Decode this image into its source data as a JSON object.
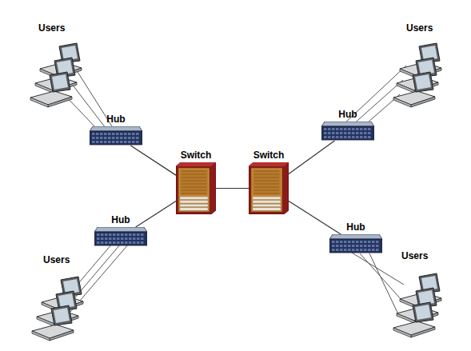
{
  "diagram": {
    "nodes": [
      {
        "text": [
          "Hub"
        ]
      },
      {
        "text": [
          "Hub"
        ]
      },
      {
        "text": [
          "Switch"
        ]
      },
      {
        "text": [
          "Switch"
        ]
      },
      {
        "text": [
          "Hub"
        ]
      },
      {
        "text": [
          "Hub"
        ]
      }
    ],
    "edges": [
      {
        "from": 0,
        "to": 2,
        "arrow": "none"
      },
      {
        "from": 2,
        "to": 3,
        "arrow": "none"
      },
      {
        "from": 1,
        "to": 3,
        "arrow": "none"
      },
      {
        "from": 4,
        "to": 2,
        "arrow": "none"
      },
      {
        "from": 5,
        "to": 3,
        "arrow": "none"
      }
    ],
    "labels": [
      "Users",
      "Users",
      "Users",
      "Users"
    ]
  }
}
